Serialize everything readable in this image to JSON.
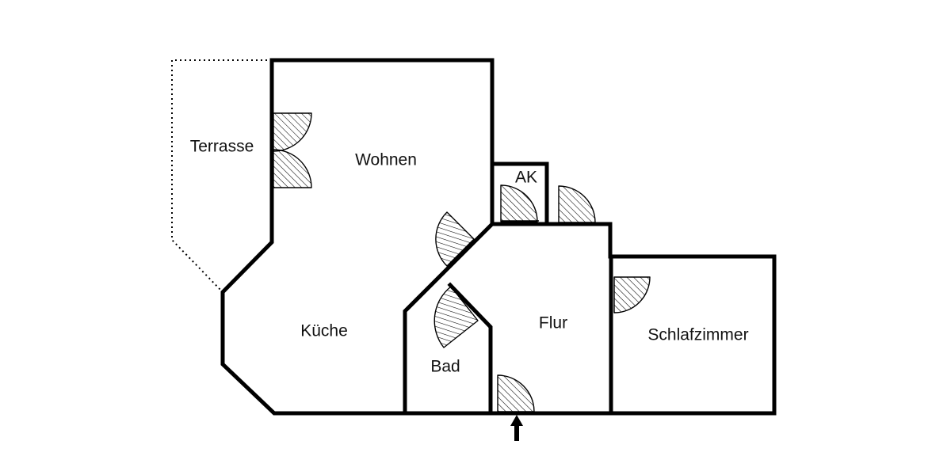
{
  "floor_plan": {
    "rooms": [
      {
        "id": "terrasse",
        "label": "Terrasse"
      },
      {
        "id": "wohnen",
        "label": "Wohnen"
      },
      {
        "id": "ak",
        "label": "AK"
      },
      {
        "id": "kueche",
        "label": "Küche"
      },
      {
        "id": "bad",
        "label": "Bad"
      },
      {
        "id": "flur",
        "label": "Flur"
      },
      {
        "id": "schlafzimmer",
        "label": "Schlafzimmer"
      }
    ],
    "entrance_marker": "arrow-up"
  },
  "colors": {
    "wall": "#000000",
    "background": "#ffffff",
    "text": "#111111"
  }
}
